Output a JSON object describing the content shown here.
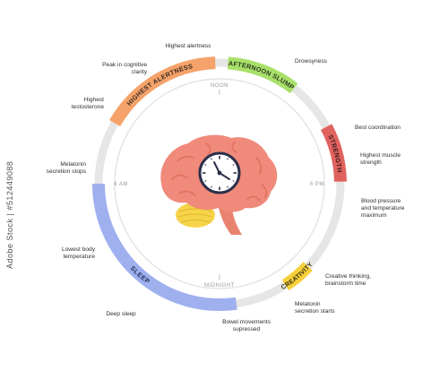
{
  "clock_labels": {
    "noon": "NOON",
    "six_pm": "6 PM.",
    "midnight": "MIDNIGHT",
    "six_am": "6 AM"
  },
  "segments": {
    "highest_alertness": {
      "label": "HIGHEST ALERTNESS",
      "color": "#f5a36a"
    },
    "afternoon_slump": {
      "label": "AFTERNOON SLUMP",
      "color": "#a8e06a"
    },
    "strength": {
      "label": "STRENGTH",
      "color": "#e0625f"
    },
    "creativity": {
      "label": "CREATIVITY",
      "color": "#f6cf3a"
    },
    "sleep": {
      "label": "SLEEP",
      "color": "#9fb0ef"
    }
  },
  "annotations": {
    "highest_alertness": "Highest alertness",
    "drowsyness": "Drowsyness",
    "peak_cognitive": "Peak in cognitive\nclarity",
    "best_coordination": "Best coordination",
    "highest_testosterone": "Highest\ntestosterone",
    "highest_muscle_strength": "Highest muscle\nstrength",
    "melatonin_stops": "Melatonin\nsecretion stops",
    "blood_pressure": "Blood pressure\nand temperature\nmaximum",
    "lowest_body_temp": "Lowest body\ntemperature",
    "creative_thinking": "Creative thinking,\nbrainstorm time",
    "deep_sleep": "Deep sleep",
    "melatonin_starts": "Melatonin\nsecretion starts",
    "bowel_movements": "Bowel movements\nsupressed"
  },
  "watermark": "Adobe Stock | #512449088",
  "colors": {
    "ring_track": "#e6e6e6",
    "inner_circle": "#e3e3e3",
    "brain": "#f08a7a",
    "brain_dark": "#e2715f",
    "cerebellum": "#f6d44a",
    "text": "#2f2f2f"
  }
}
